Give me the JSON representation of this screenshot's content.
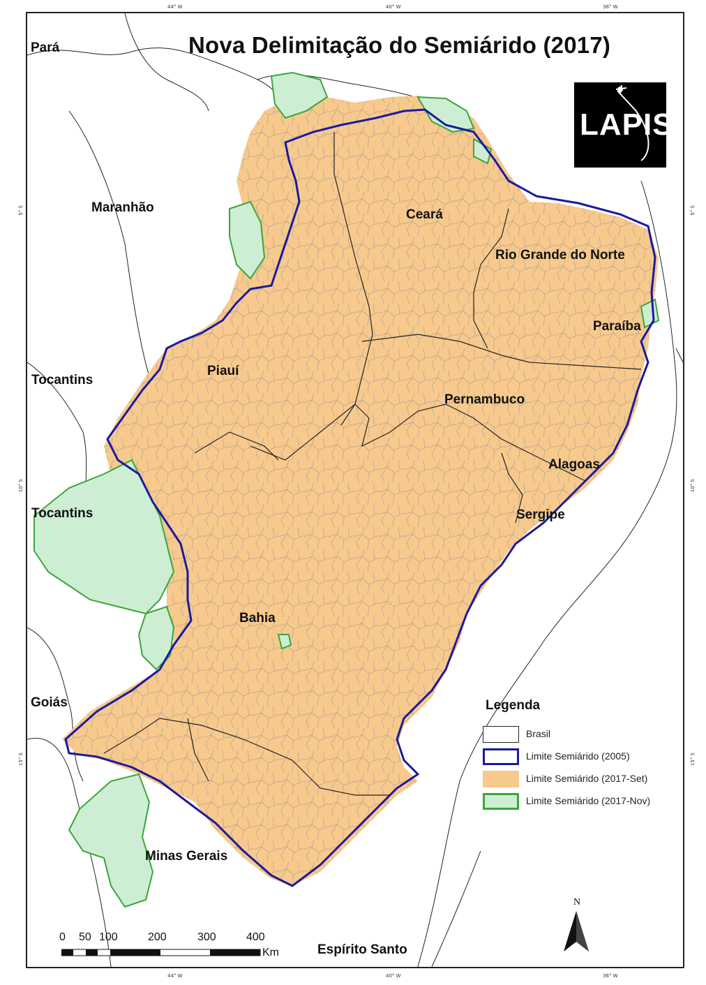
{
  "map": {
    "title": "Nova Delimitação do Semiárido (2017)",
    "logo_text": "LAPIS",
    "ticks": {
      "top": [
        "44° W",
        "40° W",
        "36° W"
      ],
      "bottom": [
        "44° W",
        "40° W",
        "36° W"
      ],
      "left": [
        "5° S",
        "10° S",
        "15° S"
      ],
      "right": [
        "5° S",
        "10° S",
        "15° S"
      ]
    },
    "state_labels": {
      "para": "Pará",
      "maranhao": "Maranhão",
      "ceara": "Ceará",
      "rgn": "Rio Grande do Norte",
      "paraiba": "Paraíba",
      "piaui": "Piauí",
      "tocantins_1": "Tocantins",
      "pernambuco": "Pernambuco",
      "alagoas": "Alagoas",
      "tocantins_2": "Tocantins",
      "sergipe": "Sergipe",
      "bahia": "Bahia",
      "goias": "Goiás",
      "minas": "Minas Gerais",
      "espirito_santo": "Espírito Santo"
    },
    "legend": {
      "title": "Legenda",
      "items": [
        {
          "label": "Brasil",
          "fill": "#ffffff",
          "stroke": "#222222"
        },
        {
          "label": "Limite Semiárido (2005)",
          "fill": "#ffffff",
          "stroke": "#1a1aa0"
        },
        {
          "label": "Limite Semiárido (2017-Set)",
          "fill": "#f7c98d",
          "stroke": "#f7c98d"
        },
        {
          "label": "Limite Semiárido (2017-Nov)",
          "fill": "#cdeed3",
          "stroke": "#3aa63a"
        }
      ]
    },
    "scale": {
      "ticks": [
        "0",
        "50",
        "100",
        "200",
        "300",
        "400"
      ],
      "unit": "Km"
    },
    "north_label": "N",
    "colors": {
      "semiarid_2017_set": "#f7c98d",
      "semiarid_2017_nov": "#cdeed3",
      "nov_border": "#3aa63a",
      "limit_2005": "#1a1aa0",
      "muni_lines": "#9a9a9a",
      "state_lines": "#222222"
    }
  }
}
